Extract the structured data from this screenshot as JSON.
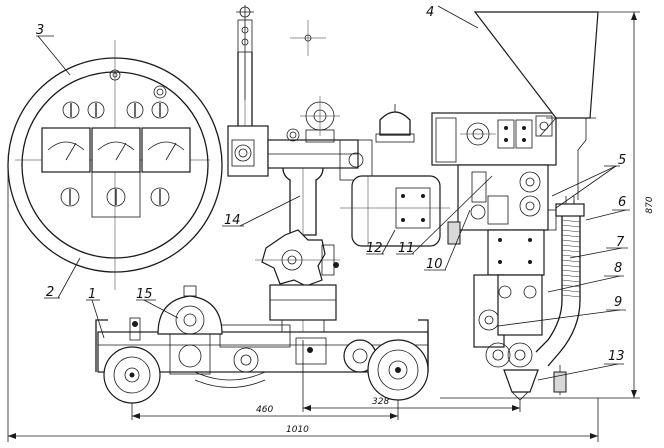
{
  "callouts": [
    {
      "id": "c1",
      "text": "1"
    },
    {
      "id": "c2",
      "text": "2"
    },
    {
      "id": "c3",
      "text": "3"
    },
    {
      "id": "c4",
      "text": "4"
    },
    {
      "id": "c5",
      "text": "5"
    },
    {
      "id": "c6",
      "text": "6"
    },
    {
      "id": "c7",
      "text": "7"
    },
    {
      "id": "c8",
      "text": "8"
    },
    {
      "id": "c9",
      "text": "9"
    },
    {
      "id": "c10",
      "text": "10"
    },
    {
      "id": "c11",
      "text": "11"
    },
    {
      "id": "c12",
      "text": "12"
    },
    {
      "id": "c13",
      "text": "13"
    },
    {
      "id": "c14",
      "text": "14"
    },
    {
      "id": "c15",
      "text": "15"
    }
  ],
  "dimensions": {
    "height": "870",
    "wheelbase": "460",
    "offset": "328",
    "overall_length": "1010"
  }
}
